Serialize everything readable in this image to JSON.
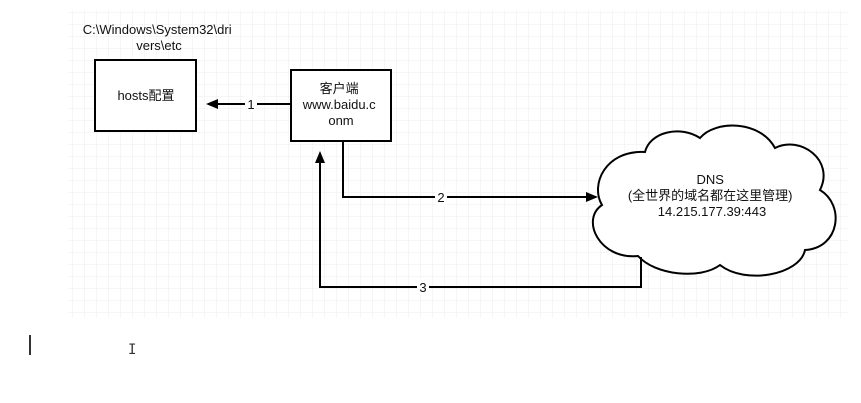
{
  "diagram": {
    "path_label": [
      "C:\\Windows\\System32\\dri",
      "vers\\etc"
    ],
    "hosts_box": {
      "label": "hosts配置"
    },
    "client_box": {
      "lines": [
        "客户端",
        "www.baidu.c",
        "onm"
      ]
    },
    "dns_cloud": {
      "lines": [
        "DNS",
        "(全世界的域名都在这里管理)",
        "14.215.177.39:443"
      ]
    },
    "edges": [
      {
        "label": "1"
      },
      {
        "label": "2"
      },
      {
        "label": "3"
      }
    ]
  },
  "editor": {
    "cursor_glyph": "I"
  }
}
